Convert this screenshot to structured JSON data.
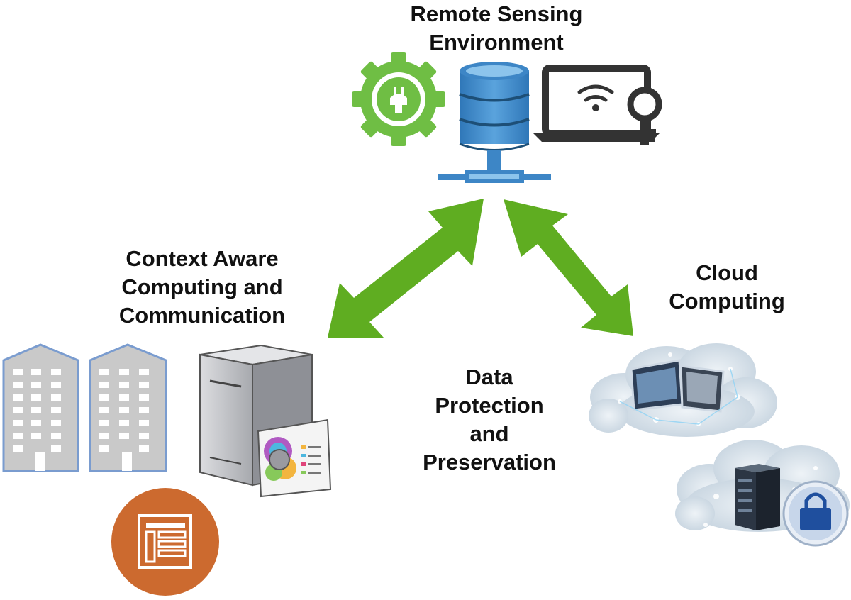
{
  "nodes": {
    "remote_sensing": {
      "lines": [
        "Remote Sensing",
        "Environment"
      ]
    },
    "context_aware": {
      "lines": [
        "Context Aware",
        "Computing and",
        "Communication"
      ]
    },
    "cloud_computing": {
      "lines": [
        "Cloud",
        "Computing"
      ]
    },
    "data_protection": {
      "lines": [
        "Data",
        "Protection",
        "and",
        "Preservation"
      ]
    }
  },
  "icons": {
    "remote_sensing": [
      "settings-gear-icon",
      "database-server-icon",
      "laptop-wifi-key-icon"
    ],
    "context_aware": [
      "office-building-icon",
      "office-building-icon",
      "server-tower-icon",
      "document-list-icon"
    ],
    "cloud_computing": [
      "cloud-monitor-icon",
      "cloud-server-lock-icon"
    ]
  },
  "edges": [
    {
      "from": "remote_sensing",
      "to": "context_aware",
      "style": "bidirectional-arrow"
    },
    {
      "from": "remote_sensing",
      "to": "cloud_computing",
      "style": "bidirectional-arrow"
    }
  ],
  "colors": {
    "arrow": "#5fad21",
    "gear": "#6fbe44",
    "database": "#3d86c6",
    "database_dark": "#22577f",
    "building_fill": "#c9c9c9",
    "building_edge": "#7a9ccf",
    "doc_circle": "#cc6a2f",
    "laptop": "#333333",
    "cloud": "#d2dde6",
    "lock": "#1f4f9e"
  }
}
